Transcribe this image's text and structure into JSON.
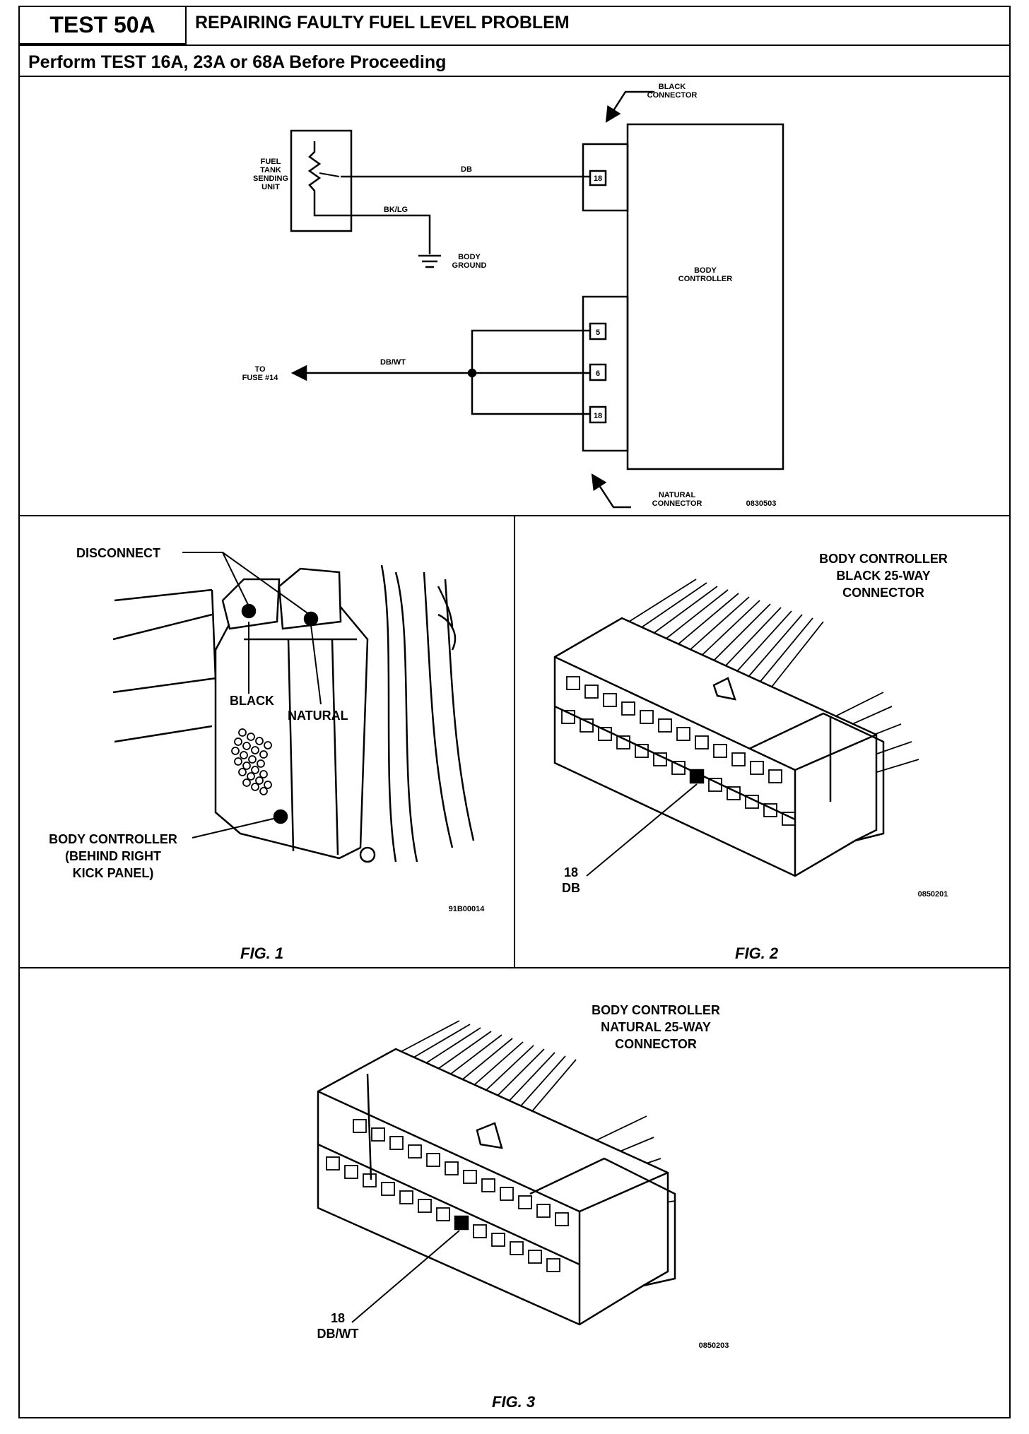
{
  "header": {
    "test_id": "TEST 50A",
    "title": "REPAIRING FAULTY FUEL LEVEL PROBLEM",
    "subtitle": "Perform TEST 16A, 23A or 68A Before Proceeding"
  },
  "schematic": {
    "black_connector": [
      "BLACK",
      "CONNECTOR"
    ],
    "sending_unit": [
      "FUEL",
      "TANK",
      "SENDING",
      "UNIT"
    ],
    "wire_db": "DB",
    "wire_bklg": "BK/LG",
    "body_ground": [
      "BODY",
      "GROUND"
    ],
    "body_controller": [
      "BODY",
      "CONTROLLER"
    ],
    "pin_top": "18",
    "pins_bottom": [
      "5",
      "6",
      "18"
    ],
    "wire_dbwt": "DB/WT",
    "fuse": [
      "TO",
      "FUSE #14"
    ],
    "natural_connector": [
      "NATURAL",
      "CONNECTOR"
    ],
    "figure_code": "0830503"
  },
  "fig1": {
    "disconnect": "DISCONNECT",
    "black": "BLACK",
    "natural": "NATURAL",
    "body_controller": [
      "BODY CONTROLLER",
      "(BEHIND RIGHT",
      "KICK PANEL)"
    ],
    "code": "91B00014",
    "caption": "FIG. 1"
  },
  "fig2": {
    "title": [
      "BODY CONTROLLER",
      "BLACK 25-WAY",
      "CONNECTOR"
    ],
    "pin_label": [
      "18",
      "DB"
    ],
    "code": "0850201",
    "caption": "FIG. 2"
  },
  "fig3": {
    "title": [
      "BODY CONTROLLER",
      "NATURAL 25-WAY",
      "CONNECTOR"
    ],
    "pin_label": [
      "18",
      "DB/WT"
    ],
    "code": "0850203",
    "caption": "FIG. 3"
  }
}
